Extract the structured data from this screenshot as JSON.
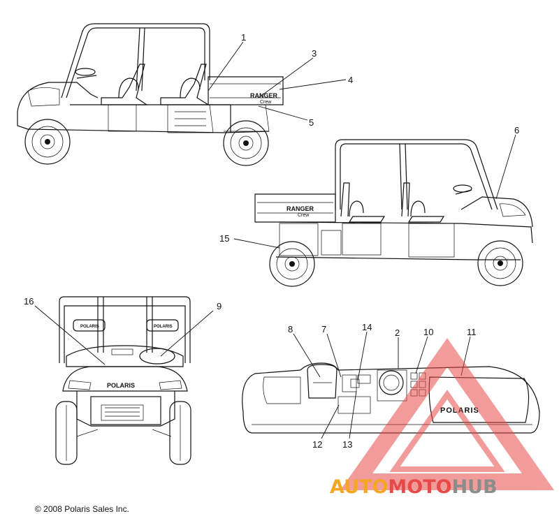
{
  "callouts": [
    {
      "id": "1",
      "label": "1"
    },
    {
      "id": "3",
      "label": "3"
    },
    {
      "id": "4",
      "label": "4"
    },
    {
      "id": "5",
      "label": "5"
    },
    {
      "id": "6",
      "label": "6"
    },
    {
      "id": "15",
      "label": "15"
    },
    {
      "id": "16",
      "label": "16"
    },
    {
      "id": "9",
      "label": "9"
    },
    {
      "id": "8",
      "label": "8"
    },
    {
      "id": "7",
      "label": "7"
    },
    {
      "id": "14",
      "label": "14"
    },
    {
      "id": "2",
      "label": "2"
    },
    {
      "id": "10",
      "label": "10"
    },
    {
      "id": "11",
      "label": "11"
    },
    {
      "id": "12",
      "label": "12"
    },
    {
      "id": "13",
      "label": "13"
    }
  ],
  "decals": {
    "ranger": "RANGER",
    "crew": "Crew",
    "polaris": "POLARIS",
    "seat_badge": "POLARIS"
  },
  "copyright": "© 2008 Polaris Sales Inc.",
  "watermark": {
    "part1": "AUTO",
    "part2": "MOTO",
    "part3": "HUB"
  },
  "colors": {
    "line": "#111111",
    "watermark_orange": "#f5a623",
    "watermark_red": "#e84a4a",
    "watermark_gray": "#8c8c8c"
  }
}
